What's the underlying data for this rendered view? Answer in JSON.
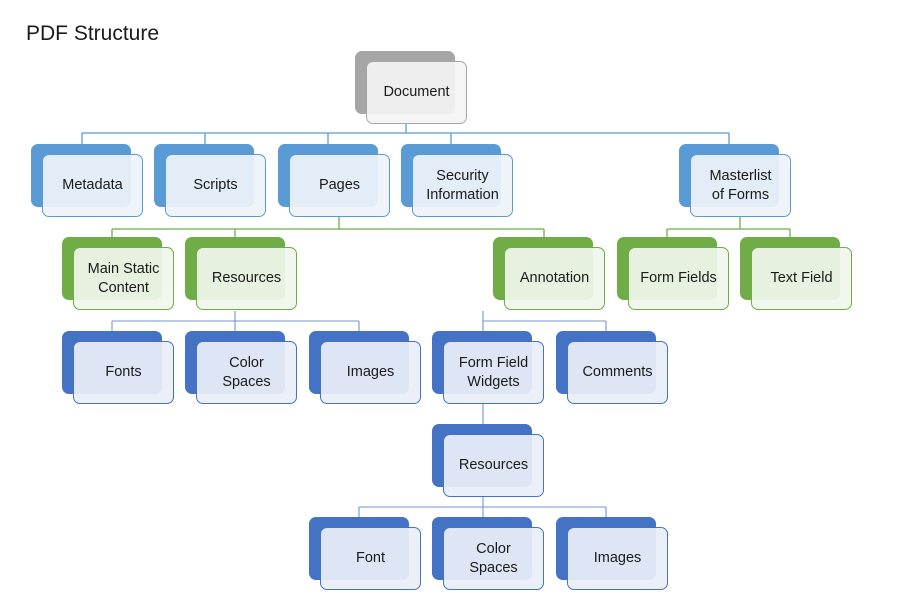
{
  "title": "PDF Structure",
  "colors": {
    "root": "#a6a6a6",
    "level1": "#5b9bd5",
    "level2": "#70ad47",
    "level3": "#4472c4"
  },
  "nodes": {
    "document": "Document",
    "metadata": "Metadata",
    "scripts": "Scripts",
    "pages": "Pages",
    "security": "Security\nInformation",
    "masterlist": "Masterlist\nof Forms",
    "main_static": "Main Static\nContent",
    "resources": "Resources",
    "annotation": "Annotation",
    "form_fields": "Form Fields",
    "text_field": "Text Field",
    "fonts": "Fonts",
    "color_spaces": "Color\nSpaces",
    "images": "Images",
    "form_field_widgets": "Form Field\nWidgets",
    "comments": "Comments",
    "widget_resources": "Resources",
    "widget_font": "Font",
    "widget_color_spaces": "Color\nSpaces",
    "widget_images": "Images"
  }
}
